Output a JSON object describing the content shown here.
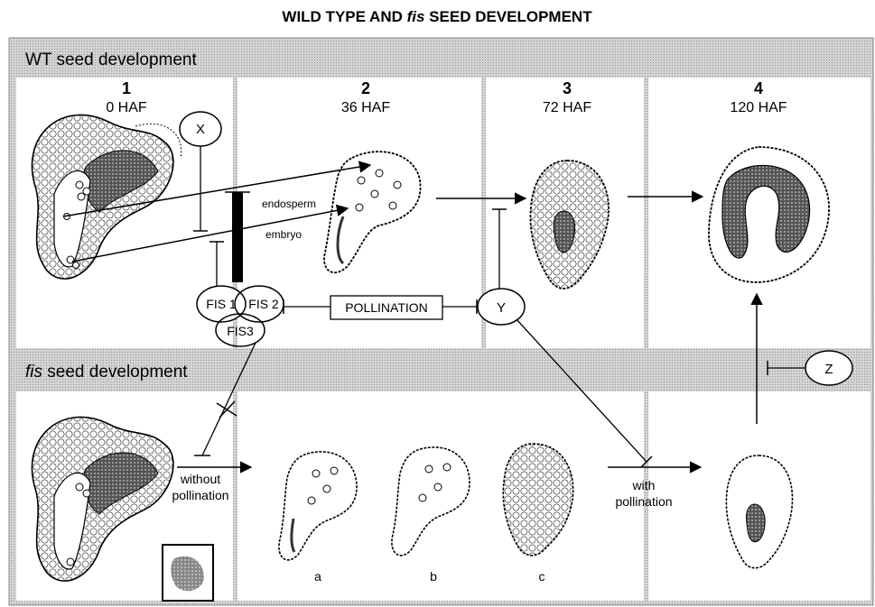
{
  "title": {
    "pre": "WILD TYPE AND ",
    "italic": "fis",
    "post": " SEED DEVELOPMENT"
  },
  "wt_header": "WT seed development",
  "fis_header": {
    "italic": "fis",
    "rest": " seed development"
  },
  "stages": [
    {
      "num": "1",
      "time": "0 HAF"
    },
    {
      "num": "2",
      "time": "36 HAF"
    },
    {
      "num": "3",
      "time": "72 HAF"
    },
    {
      "num": "4",
      "time": "120 HAF"
    }
  ],
  "labels": {
    "endosperm": "endosperm",
    "embryo": "embryo",
    "pollination": "POLLINATION",
    "without_pollination": [
      "without",
      "pollination"
    ],
    "with_pollination": [
      "with",
      "pollination"
    ]
  },
  "nodes": {
    "x": "X",
    "y": "Y",
    "z": "Z",
    "fis1": "FIS 1",
    "fis2": "FIS 2",
    "fis3": "FIS3"
  },
  "fis_seeds": [
    "a",
    "b",
    "c"
  ],
  "colors": {
    "band": "#c9c9c9",
    "panel": "#ffffff",
    "ink": "#000000",
    "tissue": "#6a6a6a"
  }
}
